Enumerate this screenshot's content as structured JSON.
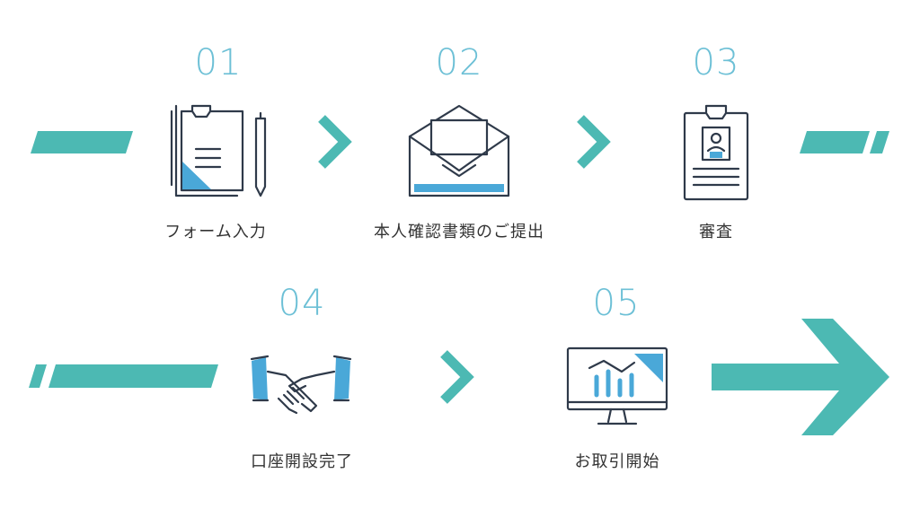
{
  "colors": {
    "accent": "#4cb9b3",
    "number": "#6dc0d6",
    "icon_stroke": "#2f3a4a",
    "icon_fill": "#4aa8d8",
    "text": "#333333"
  },
  "steps": [
    {
      "number": "01",
      "label": "フォーム入力",
      "icon": "form-clipboard-pen-icon"
    },
    {
      "number": "02",
      "label": "本人確認書類のご提出",
      "icon": "envelope-document-icon"
    },
    {
      "number": "03",
      "label": "審査",
      "icon": "id-badge-clipboard-icon"
    },
    {
      "number": "04",
      "label": "口座開設完了",
      "icon": "handshake-icon"
    },
    {
      "number": "05",
      "label": "お取引開始",
      "icon": "monitor-chart-icon"
    }
  ]
}
